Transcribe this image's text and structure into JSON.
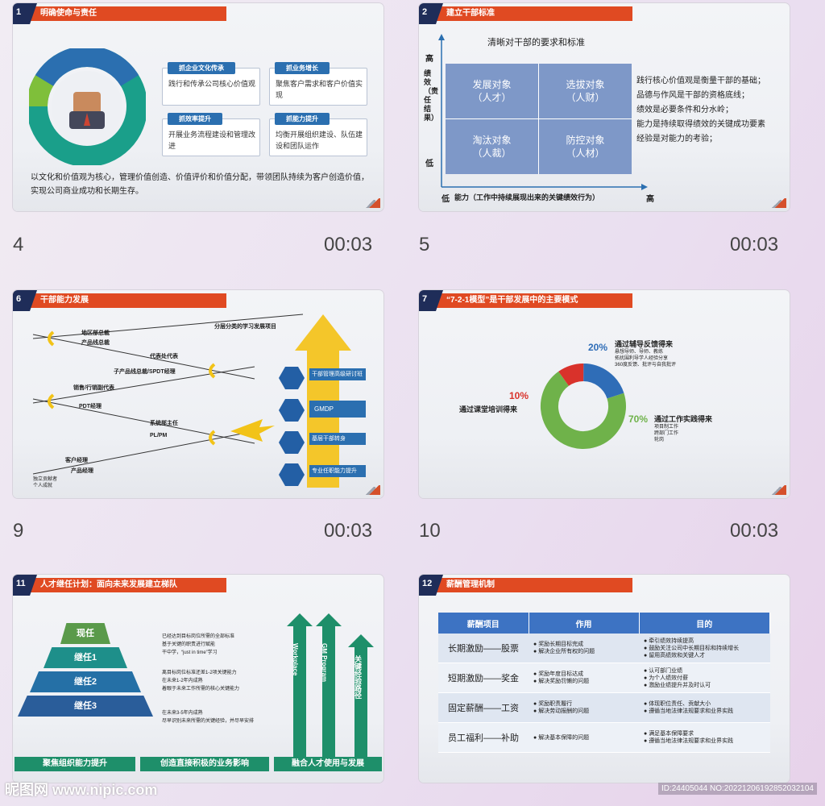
{
  "slides": [
    {
      "num": "1",
      "title": "明确使命与责任",
      "caption": "4",
      "time": "00:03",
      "boxes": [
        {
          "tag": "抓企业文化传承",
          "text": "践行和传承公司核心价值观"
        },
        {
          "tag": "抓业务增长",
          "text": "聚焦客户需求和客户价值实现"
        },
        {
          "tag": "抓效率提升",
          "text": "开展业务流程建设和管理改进"
        },
        {
          "tag": "抓能力提升",
          "text": "均衡开展组织建设、队伍建设和团队运作"
        }
      ],
      "footer": "以文化和价值观为核心，管理价值创造、价值评价和价值分配，带领团队持续为客户创造价值，实现公司商业成功和长期生存。"
    },
    {
      "num": "2",
      "title": "建立干部标准",
      "caption": "5",
      "time": "00:03",
      "heading": "清晰对干部的要求和标准",
      "y_high": "高",
      "y_label": "绩效（责任结果）",
      "y_low": "低",
      "x_low": "低",
      "x_label": "能力（工作中持续展现出来的关键绩效行为）",
      "x_high": "高",
      "quads": [
        {
          "a": "发展对象",
          "b": "（人才）"
        },
        {
          "a": "选拔对象",
          "b": "（人财）"
        },
        {
          "a": "淘汰对象",
          "b": "（人裁）"
        },
        {
          "a": "防控对象",
          "b": "（人材）"
        }
      ],
      "right": [
        "践行核心价值观是衡量干部的基础；",
        "品德与作风是干部的资格底线；",
        "绩效是必要条件和分水岭；",
        "能力是持续取得绩效的关键成功要素",
        "经验是对能力的考验；"
      ]
    },
    {
      "num": "6",
      "title": "干部能力发展",
      "caption": "9",
      "time": "00:03",
      "lines": [
        "分层分类的学习发展项目",
        "地区部总裁",
        "产品线总裁",
        "代表处代表",
        "子产品线总裁/SPDT经理",
        "销售/行销副代表",
        "PDT经理",
        "系统部主任",
        "PL/PM",
        "客户经理",
        "产品经理",
        "独立贡献者",
        "个人成就"
      ],
      "arrow_items": [
        "干部管理高级研讨班",
        "GMDP",
        "基层干部转身",
        "专业任职能力提升"
      ]
    },
    {
      "num": "7",
      "title": "“7-2-1模型”是干部发展中的主要模式",
      "caption": "10",
      "time": "00:03",
      "legend": [
        {
          "pct": "20%",
          "label": "通过辅导反馈得来",
          "color": "#2f6db7"
        },
        {
          "pct": "10%",
          "label": "通过课堂培训得来",
          "color": "#d9322b"
        },
        {
          "pct": "70%",
          "label": "通过工作实践得来",
          "color": "#6fb24a"
        }
      ],
      "notes_70": [
        "项目制工作",
        "跨部门工作",
        "轮岗"
      ],
      "notes_20": [
        "悬想导师、导师、教练",
        "拓扰围利导学人经验分享",
        "360度反馈、批评与自我批评"
      ]
    },
    {
      "num": "11",
      "title": "人才继任计划：面向未来发展建立梯队",
      "caption": "",
      "time": "",
      "pyramid": [
        "现任",
        "继任1",
        "继任2",
        "继任3"
      ],
      "desc": [
        "已经达到目标岗位所需的全部标准",
        "基于关键的职责进行赋能",
        "干中学，“just in time”学习",
        "离目标岗位标准还差1-2项关键能力",
        "在未来1-2年内成熟",
        "着眼于未来工作所需的核心关键能力",
        "在未来3-5年内成熟",
        "尽早识别未来所需的关键经验，并尽早安排"
      ],
      "arrows": [
        "Workplace",
        "GM Program",
        "关键经验路径"
      ],
      "bottom": [
        "聚焦组织能力提升",
        "创造直接积极的业务影响",
        "融合人才使用与发展"
      ]
    },
    {
      "num": "12",
      "title": "薪酬管理机制",
      "caption": "",
      "time": "",
      "headers": [
        "薪酬项目",
        "作用",
        "目的"
      ],
      "rows": [
        {
          "item": "长期激励——股票",
          "role": [
            "奖励长期目标完成",
            "解决企业所有权的问题"
          ],
          "goal": [
            "牵引绩效持续提高",
            "鼓励关注公司中长期目标和持续增长",
            "留用高绩效和关键人才"
          ]
        },
        {
          "item": "短期激励——奖金",
          "role": [
            "奖励年度目标达成",
            "解决奖励罚懒的问题"
          ],
          "goal": [
            "认可部门业绩",
            "为个人绩效付薪",
            "激励业绩提升并及时认可"
          ]
        },
        {
          "item": "固定薪酬——工资",
          "role": [
            "奖励职责履行",
            "解决劳动报酬的问题"
          ],
          "goal": [
            "体现职位责任、贡献大小",
            "遵循当地法律法规要求和业界实践"
          ]
        },
        {
          "item": "员工福利——补助",
          "role": [
            "解决基本保障的问题"
          ],
          "goal": [
            "满足基本保障要求",
            "遵循当地法律法规要求和业界实践"
          ]
        }
      ]
    }
  ],
  "watermark": "昵图网 www.nipic.com",
  "id_text": "ID:24405044 NO:20221206192852032104",
  "colors": {
    "header": "#e04a22",
    "navy": "#1f2d59",
    "blue": "#2b6fb0",
    "green": "#1e8f6a"
  }
}
